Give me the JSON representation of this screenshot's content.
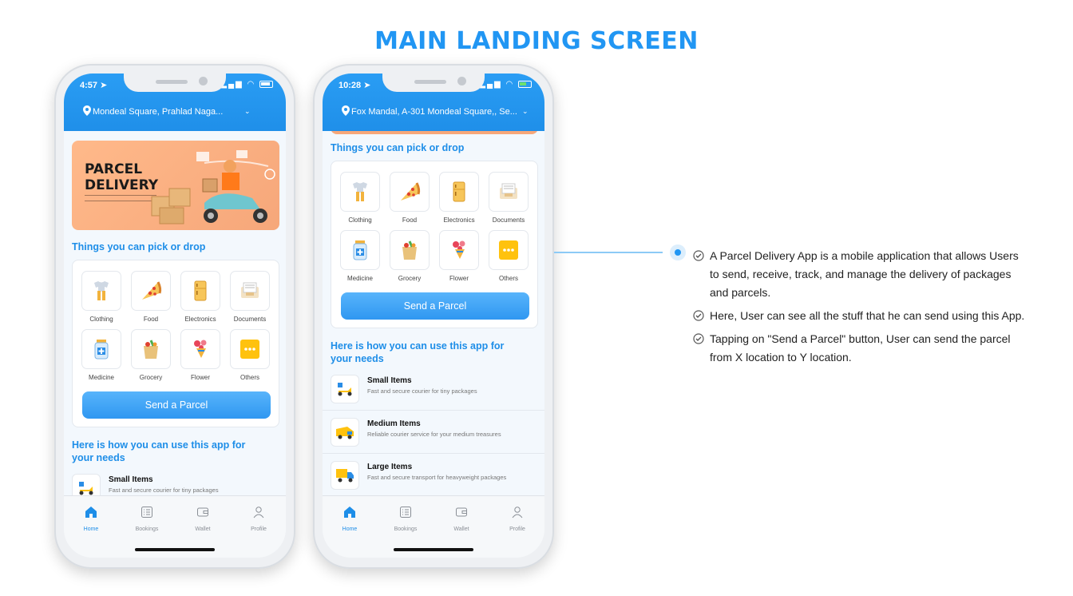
{
  "title": "MAIN LANDING SCREEN",
  "phone1": {
    "time": "4:57",
    "location": "Mondeal Square, Prahlad Naga...",
    "banner": {
      "line1": "PARCEL",
      "line2": "DELIVERY"
    },
    "section_pick": "Things you can pick or  drop",
    "categories": [
      "Clothing",
      "Food",
      "Electronics",
      "Documents",
      "Medicine",
      "Grocery",
      "Flower",
      "Others"
    ],
    "send_button": "Send a Parcel",
    "section_use_line1": "Here is how you can use this app for",
    "section_use_line2": "your needs",
    "uses": [
      {
        "title": "Small Items",
        "desc": "Fast and secure courier for tiny packages"
      }
    ],
    "tabs": [
      "Home",
      "Bookings",
      "Wallet",
      "Profile"
    ]
  },
  "phone2": {
    "time": "10:28",
    "location": "Fox Mandal, A-301 Mondeal Square,, Se...",
    "section_pick": "Things you can pick or  drop",
    "categories": [
      "Clothing",
      "Food",
      "Electronics",
      "Documents",
      "Medicine",
      "Grocery",
      "Flower",
      "Others"
    ],
    "send_button": "Send a Parcel",
    "section_use_line1": "Here is how you can use this app for",
    "section_use_line2": "your needs",
    "uses": [
      {
        "title": "Small Items",
        "desc": "Fast and secure courier for tiny packages"
      },
      {
        "title": "Medium Items",
        "desc": "Reliable courier service for your medium treasures"
      },
      {
        "title": "Large Items",
        "desc": "Fast and secure transport for heavyweight packages"
      }
    ],
    "tabs": [
      "Home",
      "Bookings",
      "Wallet",
      "Profile"
    ]
  },
  "notes": [
    "A Parcel Delivery App is a mobile application that allows Users to send, receive, track, and manage the delivery of packages and parcels.",
    "Here, User can see all the stuff that he can send using this App.",
    "Tapping on \"Send a Parcel\" button, User can send the parcel from X location to Y location."
  ],
  "colors": {
    "accent": "#2196f3",
    "banner": "#f6a77a"
  }
}
